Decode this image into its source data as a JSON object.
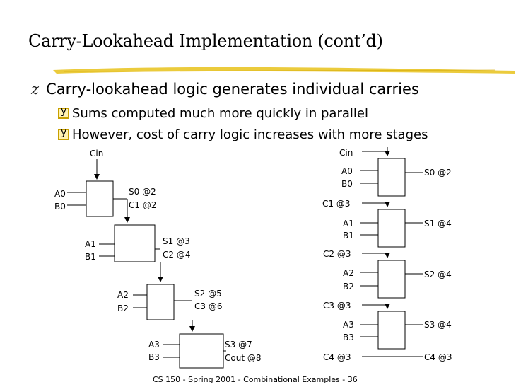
{
  "slide": {
    "title": "Carry-Lookahead Implementation (cont’d)",
    "bullet_mark": "z",
    "bullet": "Carry-lookahead logic generates individual carries",
    "sub_bullets": [
      "Sums computed much more quickly in parallel",
      "However, cost of carry logic increases with more stages"
    ],
    "footer": "CS 150 - Spring 2001 - Combinational Examples - 36",
    "underline_color": "#e8c21a"
  },
  "ripple": {
    "cin": "Cin",
    "stages": [
      {
        "a": "A0",
        "b": "B0",
        "s": "S0 @2",
        "c": "C1 @2"
      },
      {
        "a": "A1",
        "b": "B1",
        "s": "S1 @3",
        "c": "C2 @4"
      },
      {
        "a": "A2",
        "b": "B2",
        "s": "S2 @5",
        "c": "C3 @6"
      },
      {
        "a": "A3",
        "b": "B3",
        "s": "S3 @7",
        "c": "Cout @8"
      }
    ]
  },
  "lookahead": {
    "cin": "Cin",
    "stages": [
      {
        "a": "A0",
        "b": "B0",
        "s": "S0 @2",
        "c": "C1 @3"
      },
      {
        "a": "A1",
        "b": "B1",
        "s": "S1 @4",
        "c": "C2 @3"
      },
      {
        "a": "A2",
        "b": "B2",
        "s": "S2 @4",
        "c": "C3 @3"
      },
      {
        "a": "A3",
        "b": "B3",
        "s": "S3 @4",
        "c": "C4 @3"
      }
    ]
  }
}
